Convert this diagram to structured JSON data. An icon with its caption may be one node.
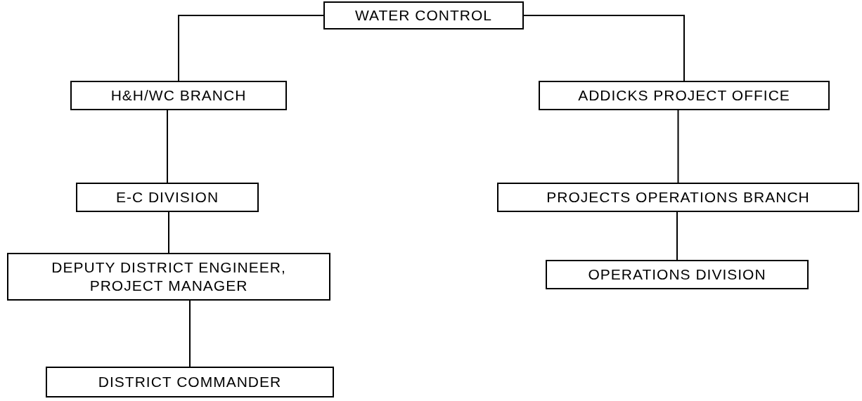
{
  "diagram": {
    "nodes": [
      {
        "text": [
          "WATER CONTROL"
        ]
      },
      {
        "text": [
          "H&H/WC BRANCH"
        ]
      },
      {
        "text": [
          "ADDICKS PROJECT OFFICE"
        ]
      },
      {
        "text": [
          "E-C DIVISION"
        ]
      },
      {
        "text": [
          "PROJECTS OPERATIONS BRANCH"
        ]
      },
      {
        "text": [
          "DEPUTY DISTRICT ENGINEER, PROJECT MANAGER"
        ]
      },
      {
        "text": [
          "OPERATIONS DIVISION"
        ]
      },
      {
        "text": [
          "DISTRICT COMMANDER"
        ]
      }
    ],
    "edges": [
      {
        "from": 0,
        "to": 1,
        "arrow": "none"
      },
      {
        "from": 0,
        "to": 2,
        "arrow": "none"
      },
      {
        "from": 1,
        "to": 3,
        "arrow": "none"
      },
      {
        "from": 3,
        "to": 5,
        "arrow": "none"
      },
      {
        "from": 5,
        "to": 7,
        "arrow": "none"
      },
      {
        "from": 2,
        "to": 4,
        "arrow": "none"
      },
      {
        "from": 4,
        "to": 6,
        "arrow": "none"
      }
    ]
  }
}
